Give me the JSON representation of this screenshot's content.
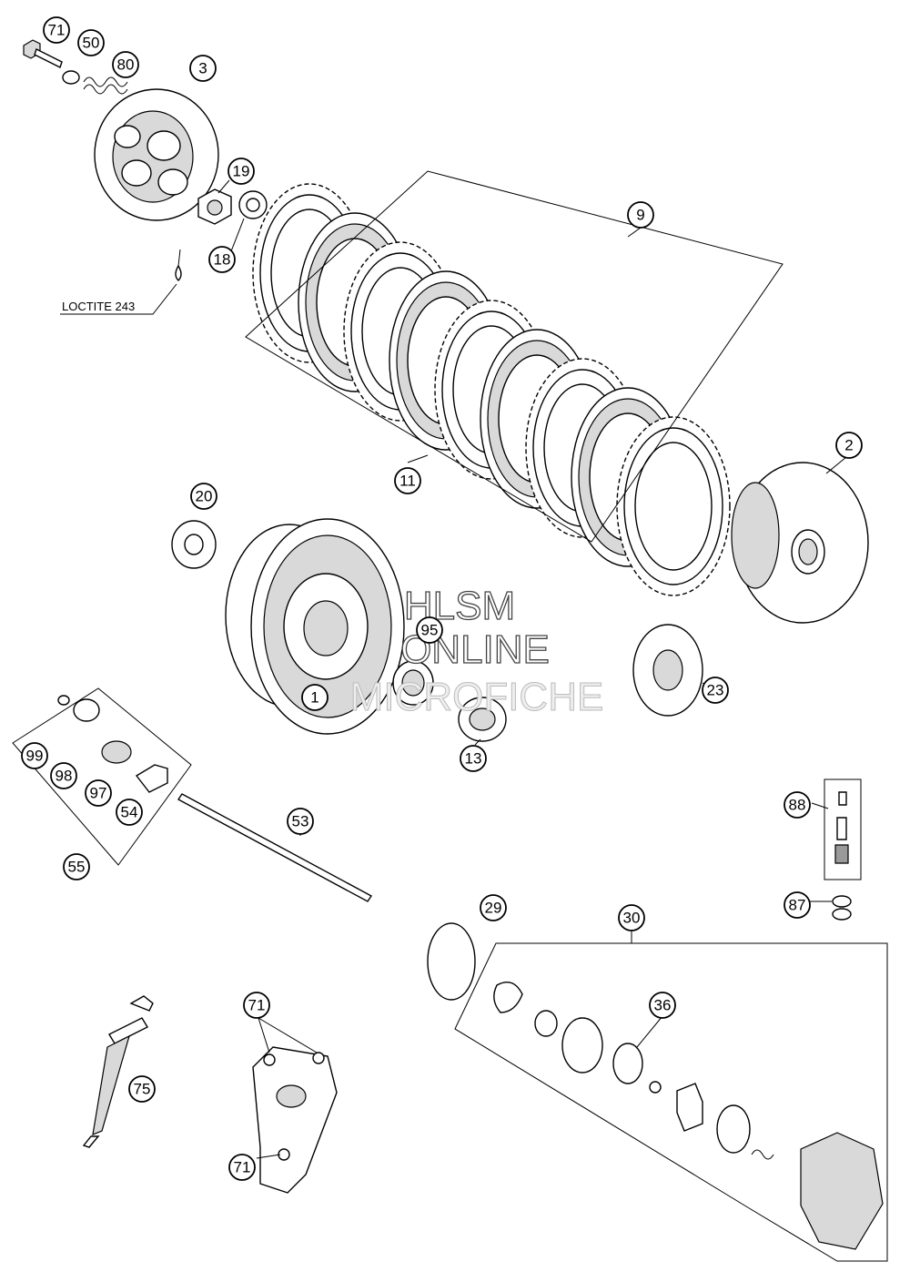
{
  "callouts": {
    "c71a": "71",
    "c50": "50",
    "c80": "80",
    "c3": "3",
    "c19": "19",
    "c18": "18",
    "c9": "9",
    "c2": "2",
    "c11": "11",
    "c20": "20",
    "c95": "95",
    "c1": "1",
    "c23": "23",
    "c13": "13",
    "c99": "99",
    "c98": "98",
    "c97": "97",
    "c54": "54",
    "c55": "55",
    "c53": "53",
    "c88": "88",
    "c87": "87",
    "c29": "29",
    "c30": "30",
    "c36": "36",
    "c71b": "71",
    "c71c": "71",
    "c75": "75"
  },
  "note_label": "LOCTITE 243",
  "watermark": {
    "line1": "HLSM",
    "line2": "ONLINE",
    "line3": "MICROFICHE"
  }
}
